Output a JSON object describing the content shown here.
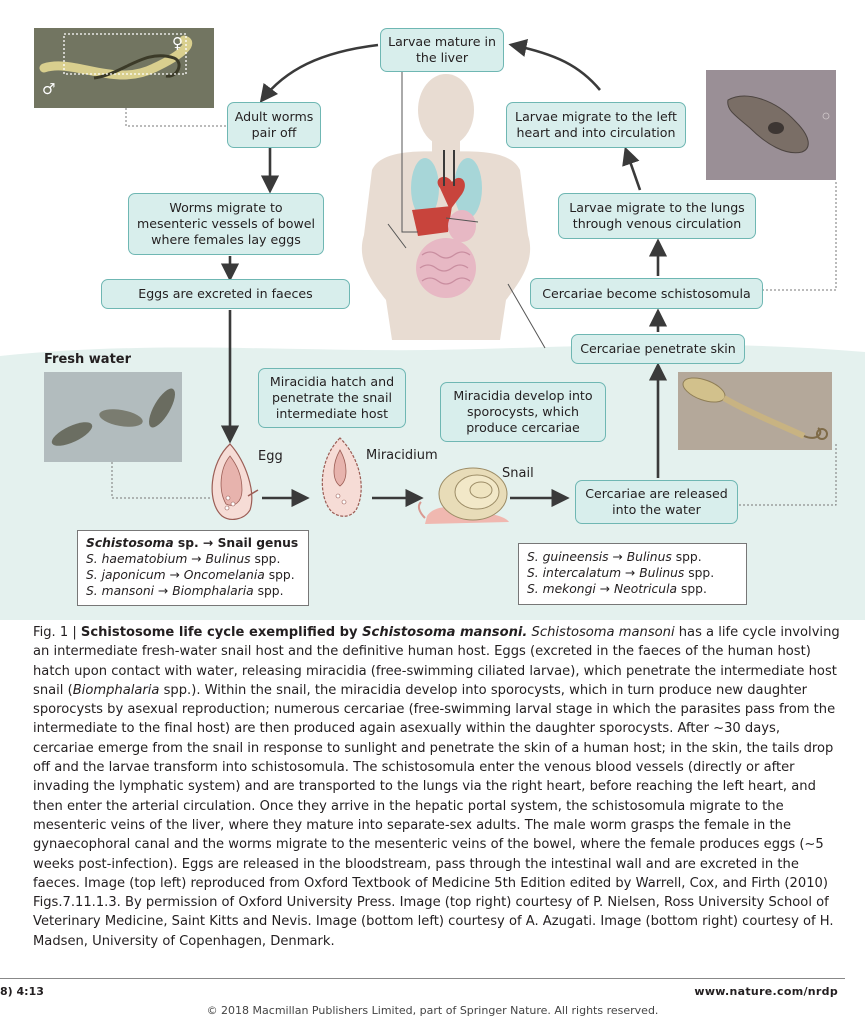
{
  "diagram": {
    "boxes": {
      "larvae_mature": "Larvae mature in the liver",
      "adult_worms": "Adult worms pair off",
      "larvae_left_heart": "Larvae migrate to the left heart and into circulation",
      "worms_migrate": "Worms migrate to mesenteric vessels of bowel where females lay eggs",
      "larvae_lungs": "Larvae migrate to the lungs through venous circulation",
      "eggs_excreted": "Eggs are excreted in faeces",
      "cercariae_schistosomula": "Cercariae become schistosomula",
      "cercariae_penetrate": "Cercariae penetrate skin",
      "miracidia_hatch": "Miracidia hatch and penetrate the snail intermediate host",
      "miracidia_develop": "Miracidia develop into sporocysts, which produce cercariae",
      "cercariae_released": "Cercariae are released into the water"
    },
    "labels": {
      "fresh_water": "Fresh water",
      "egg": "Egg",
      "miracidium": "Miracidium",
      "snail": "Snail",
      "male_symbol": "♂",
      "female_symbol": "♀"
    },
    "table_left": {
      "header_genus": "Schistosoma",
      "header_rest": " sp. → Snail genus",
      "rows": [
        {
          "species": "S. haematobium",
          "host": "Bulinus",
          "suffix": " spp."
        },
        {
          "species": "S. japonicum",
          "host": "Oncomelania",
          "suffix": " spp."
        },
        {
          "species": "S. mansoni",
          "host": "Biomphalaria",
          "suffix": " spp."
        }
      ]
    },
    "table_right": {
      "rows": [
        {
          "species": "S. guineensis",
          "host": "Bulinus",
          "suffix": " spp."
        },
        {
          "species": "S. intercalatum",
          "host": "Bulinus",
          "suffix": " spp."
        },
        {
          "species": "S. mekongi",
          "host": "Neotricula",
          "suffix": " spp."
        }
      ]
    }
  },
  "caption": {
    "fig_no": "Fig. 1 | ",
    "title_a": "Schistosome life cycle exemplified by ",
    "title_b": "Schistosoma mansoni.",
    "body_1": " Schistosoma mansoni",
    "body_2": " has a life cycle involving an intermediate fresh-water snail host and the definitive human host. Eggs (excreted in the faeces of the human host) hatch upon contact with water, releasing miracidia (free-swimming ciliated larvae), which penetrate the intermediate host snail (",
    "body_3": "Biomphalaria",
    "body_4": " spp.). Within the snail, the miracidia develop into sporocysts, which in turn produce new daughter sporocysts by asexual reproduction; numerous cercariae (free-swimming larval stage in which the parasites pass from the intermediate to the final host) are then produced again asexually within the daughter sporocysts. After ~30 days, cercariae emerge from the snail in response to sunlight and penetrate the skin of a human host; in the skin, the tails drop off and the larvae transform into schistosomula. The schistosomula enter the venous blood vessels (directly or after invading the lymphatic system) and are transported to the lungs via the right heart, before reaching the left heart, and then enter the arterial circulation. Once they arrive in the hepatic portal system, the schistosomula migrate to the mesenteric veins of the liver, where they mature into separate-sex adults. The male worm grasps the female in the gynaecophoral canal and the worms migrate to the mesenteric veins of the bowel, where the female produces eggs (~5 weeks post-infection). Eggs are released in the bloodstream, pass through the intestinal wall and are excreted in the faeces. Image (top left) reproduced from Oxford Textbook of Medicine 5th Edition edited by Warrell, Cox, and Firth (2010) Figs.7.11.1.3. By permission of Oxford University Press. Image (top right) courtesy of P. Nielsen, Ross University School of Veterinary Medicine, Saint Kitts and Nevis. Image (bottom left) courtesy of A. Azugati. Image (bottom right) courtesy of H. Madsen, University of Copenhagen, Denmark."
  },
  "footer": {
    "left": "8) 4:13",
    "right": "www.nature.com/nrdp",
    "copyright": "© 2018 Macmillan Publishers Limited, part of Springer Nature. All rights reserved."
  },
  "colors": {
    "box_fill": "#d8eeec",
    "box_border": "#6fb7b3",
    "water": "#e4f1ee",
    "arrow": "#3a3a3a",
    "body_silhouette": "#e8dcd2",
    "organ_red": "#c8443c",
    "organ_pink": "#e7b8c4",
    "lung_teal": "#a7d6d8"
  }
}
